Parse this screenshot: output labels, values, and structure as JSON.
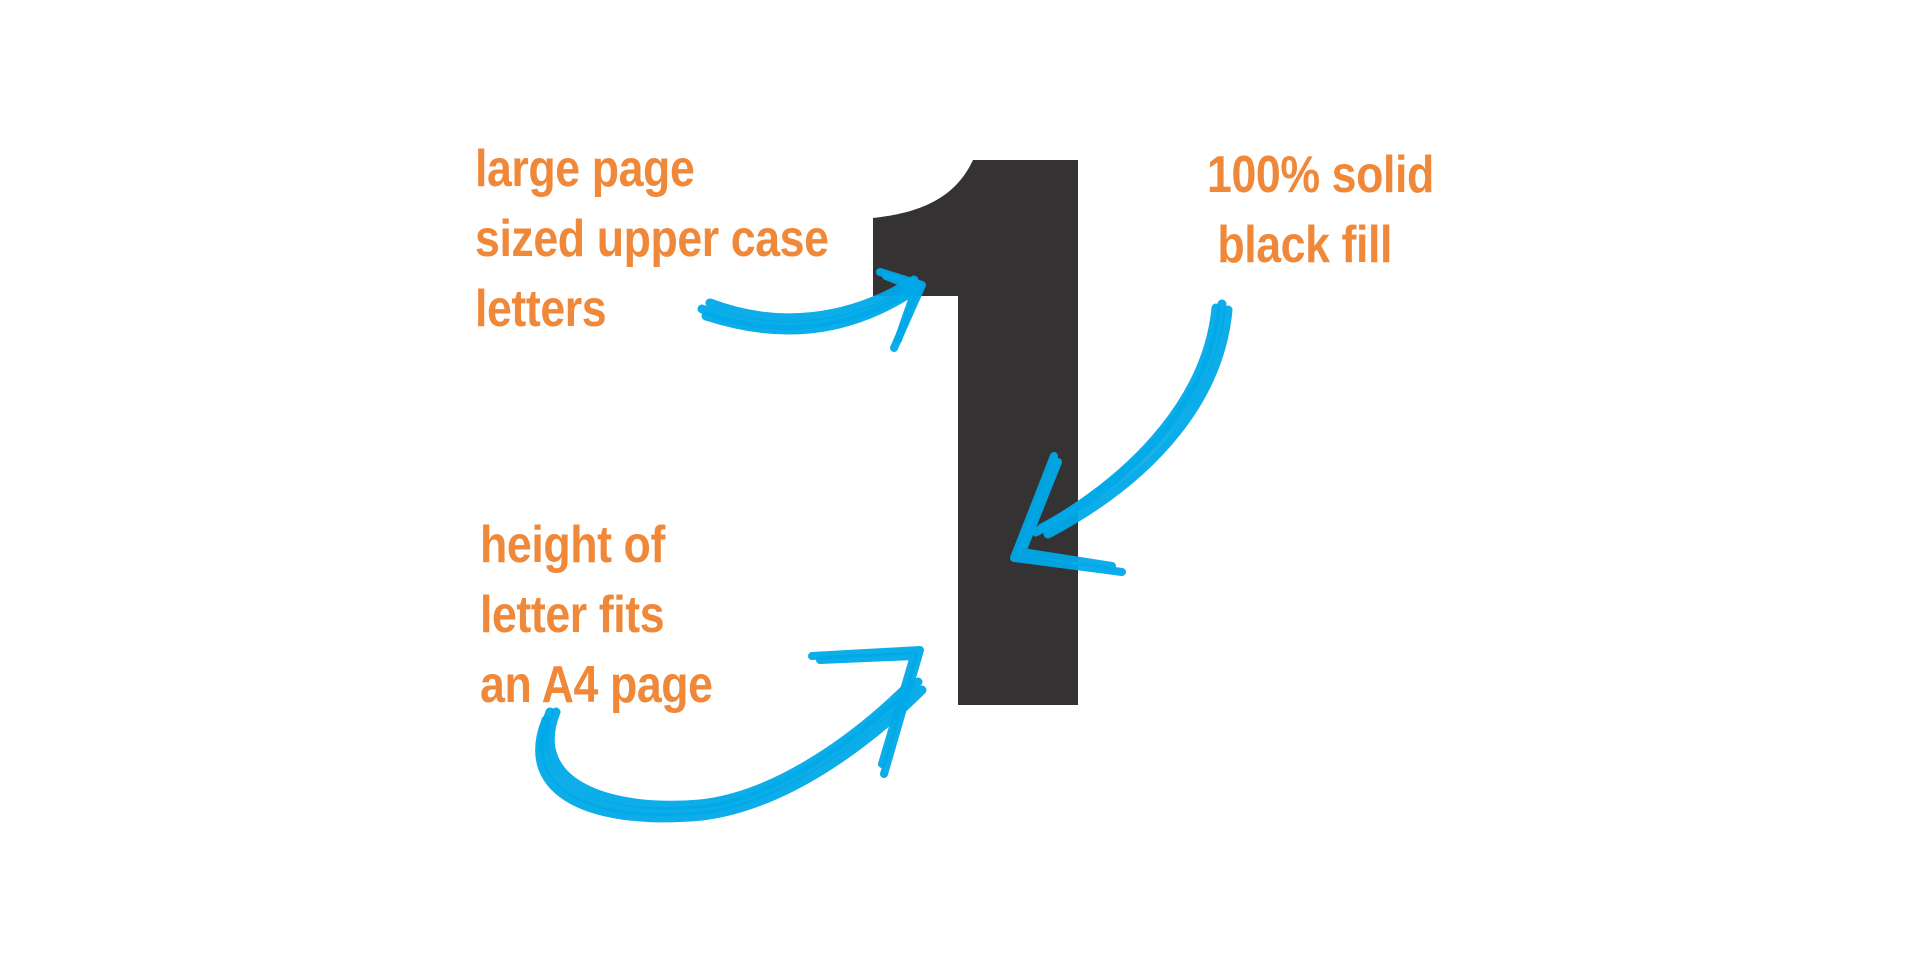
{
  "digit": "1",
  "annotations": {
    "top_left": {
      "lines": [
        "large page",
        "sized upper case",
        "letters"
      ]
    },
    "top_right": {
      "lines": [
        "100% solid",
        "black fill"
      ]
    },
    "bottom_left": {
      "lines": [
        "height of",
        "letter fits",
        "an A4 page"
      ]
    }
  },
  "colors": {
    "label_text": "#f0883a",
    "digit_fill": "#343233",
    "arrow": "#00a9e8",
    "background": "#ffffff"
  },
  "icons": [
    "numeral-one-shape",
    "brush-arrow-icon"
  ]
}
